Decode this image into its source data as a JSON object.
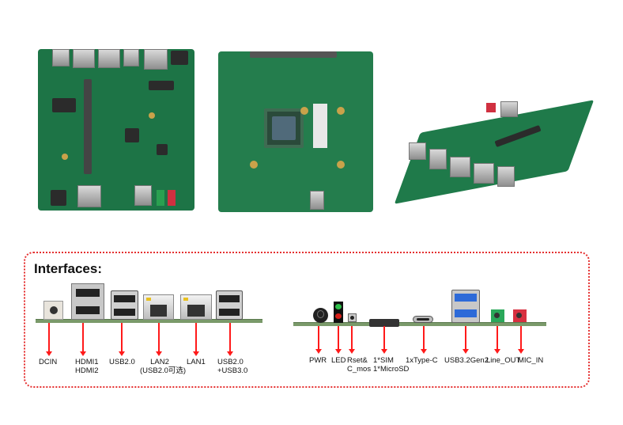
{
  "title": "Interfaces:",
  "photos": {
    "top": "board-top-view",
    "bottom": "board-bottom-view",
    "angled": "board-angled-view"
  },
  "colors": {
    "accent": "#ff1a1a",
    "pcb": "#1f7a4a",
    "frame": "#e53030"
  },
  "rear_panel": [
    {
      "label": "DCIN"
    },
    {
      "label": "HDMI1",
      "label2": "HDMI2"
    },
    {
      "label": "USB2.0"
    },
    {
      "label": "LAN2",
      "label2": "(USB2.0可选)"
    },
    {
      "label": "LAN1"
    },
    {
      "label": "USB2.0",
      "label2": "+USB3.0"
    }
  ],
  "front_panel": [
    {
      "label": "PWR"
    },
    {
      "label": "LED"
    },
    {
      "label": "Rset&",
      "label2": "C_mos"
    },
    {
      "label": "1*SIM",
      "label2": "1*MicroSD"
    },
    {
      "label": "1xType-C"
    },
    {
      "label": "USB3.2Gen2"
    },
    {
      "label": "Line_OUT"
    },
    {
      "label": "MIC_IN"
    }
  ]
}
